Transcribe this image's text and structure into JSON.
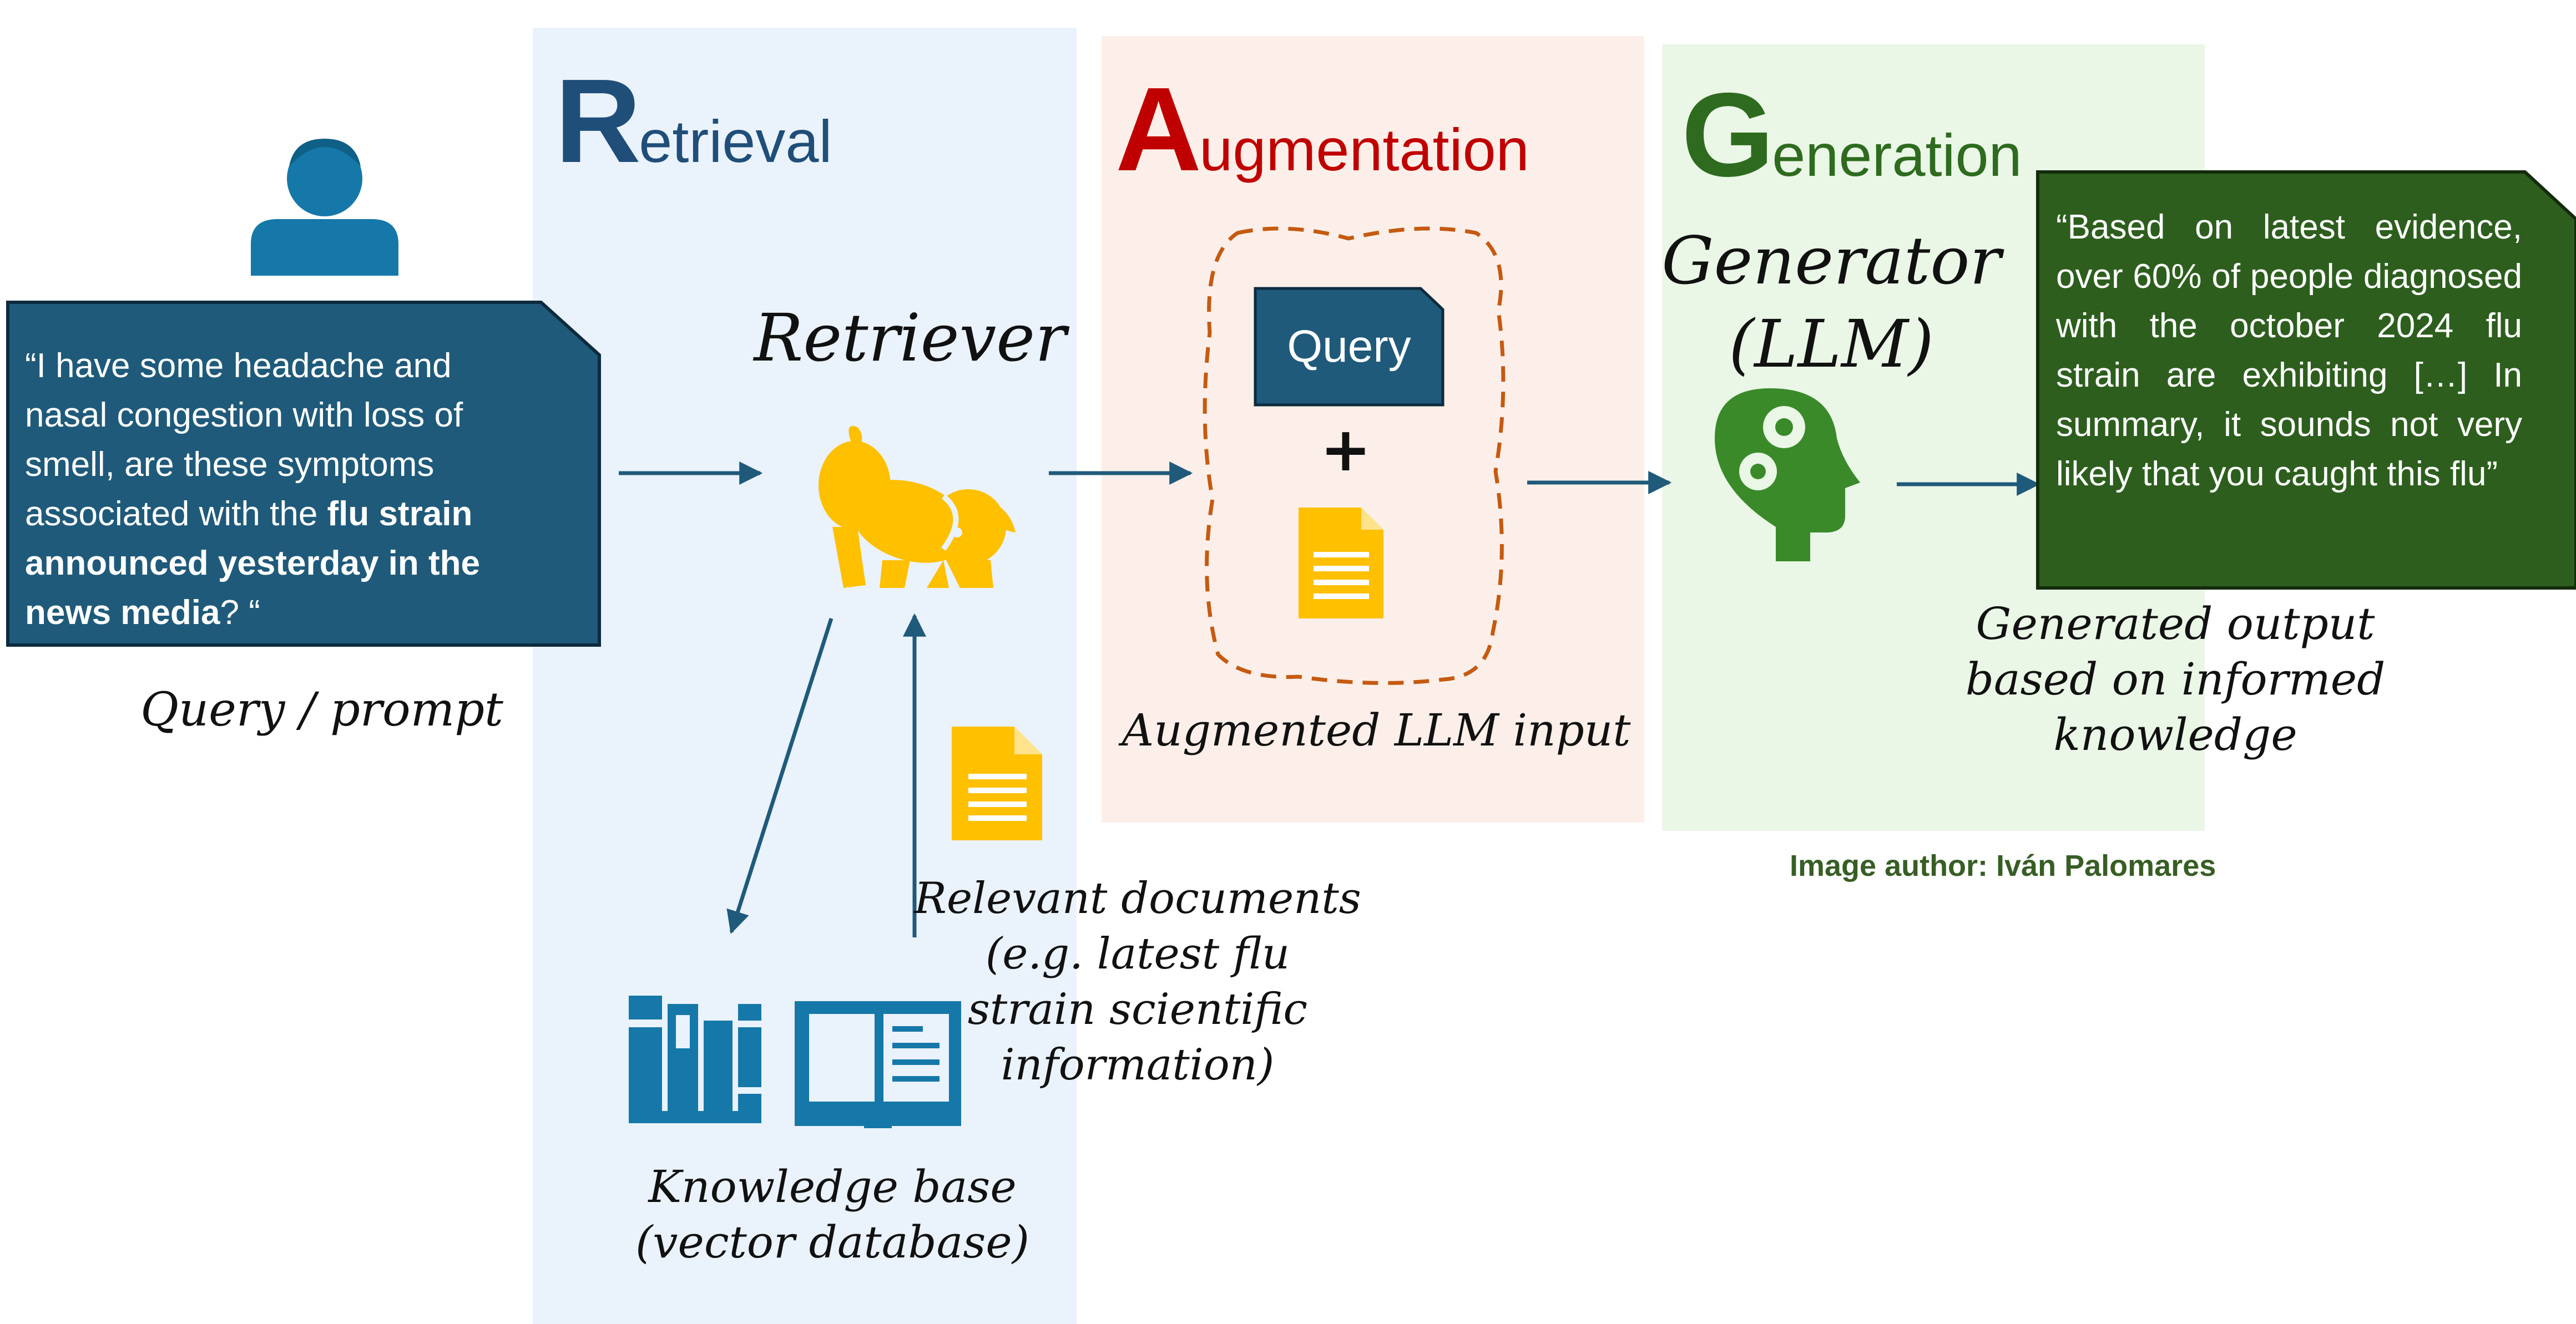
{
  "stages": {
    "retrieval": {
      "initial": "R",
      "rest": "etrieval"
    },
    "augmentation": {
      "initial": "A",
      "rest": "ugmentation"
    },
    "generation": {
      "initial": "G",
      "rest": "eneration"
    }
  },
  "query_box": {
    "lines": [
      {
        "parts": [
          {
            "text": "“I have some headache and",
            "bold": false
          }
        ]
      },
      {
        "parts": [
          {
            "text": "nasal congestion with loss of",
            "bold": false
          }
        ]
      },
      {
        "parts": [
          {
            "text": "smell, are these symptoms",
            "bold": false
          }
        ]
      },
      {
        "parts": [
          {
            "text": "associated with the ",
            "bold": false
          },
          {
            "text": "flu strain",
            "bold": true
          }
        ]
      },
      {
        "parts": [
          {
            "text": "announced yesterday in the",
            "bold": true
          }
        ]
      },
      {
        "parts": [
          {
            "text": "news media",
            "bold": true
          },
          {
            "text": "? “",
            "bold": false
          }
        ]
      }
    ]
  },
  "labels": {
    "query_prompt": "Query / prompt",
    "retriever": "Retriever",
    "relevant_documents": [
      "Relevant documents",
      "(e.g. latest flu",
      "strain scientific",
      "information)"
    ],
    "knowledge_base": [
      "Knowledge base",
      "(vector database)"
    ],
    "query_tag": "Query",
    "plus": "+",
    "augmented_input": "Augmented LLM input",
    "generator": [
      "Generator",
      "(LLM)"
    ],
    "generated_output": [
      "Generated output",
      "based on informed",
      "knowledge"
    ]
  },
  "output_box": {
    "text": "“Based on latest evidence, over 60% of people diagnosed with the october 2024 flu strain are exhibiting […] In summary, it sounds not very likely that you caught this flu”"
  },
  "credit": "Image author: Iván Palomares",
  "colors": {
    "navy_box": "#1f5a7a",
    "user_icon": "#1578a8",
    "retrieval_panel": "#eaf2fb",
    "augmentation_panel": "#fcefe9",
    "generation_panel": "#eaf6e6",
    "retrieval_title": "#1f4e79",
    "augmentation_title": "#c00000",
    "generation_title": "#2e6b1f",
    "output_box": "#2d5e1e",
    "head_icon": "#3a8a2a",
    "doc_icon": "#ffc000",
    "dog_icon": "#ffc000",
    "library_icon": "#1578a8",
    "arrow": "#1f5a7a",
    "dashed_outline": "#c55a11",
    "credit": "#375e24"
  },
  "icons": [
    "user-icon",
    "dog-icon",
    "document-icon",
    "library-icon",
    "book-icon",
    "head-gears-icon"
  ]
}
